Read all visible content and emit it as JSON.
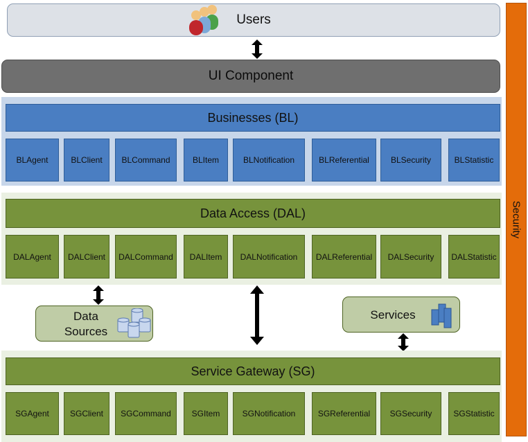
{
  "users": {
    "label": "Users",
    "icon": "users-group-icon"
  },
  "ui": {
    "label": "UI Component"
  },
  "business": {
    "title": "Businesses (BL)",
    "modules": [
      "BLAgent",
      "BLClient",
      "BLCommand",
      "BLItem",
      "BLNotification",
      "BLReferential",
      "BLSecurity",
      "BLStatistic"
    ]
  },
  "dal": {
    "title": "Data Access (DAL)",
    "modules": [
      "DALAgent",
      "DALClient",
      "DALCommand",
      "DALItem",
      "DALNotification",
      "DALReferential",
      "DALSecurity",
      "DALStatistic"
    ]
  },
  "data_sources": {
    "line1": "Data",
    "line2": "Sources",
    "icon": "database-cylinders-icon"
  },
  "services": {
    "label": "Services",
    "icon": "server-rack-icon"
  },
  "gateway": {
    "title": "Service Gateway (SG)",
    "modules": [
      "SGAgent",
      "SGClient",
      "SGCommand",
      "SGItem",
      "SGNotification",
      "SGReferential",
      "SGSecurity",
      "SGStatistic"
    ]
  },
  "security": {
    "label": "Security"
  },
  "colors": {
    "blue": "#4a7ec2",
    "green": "#77933c",
    "orange": "#e46c0a",
    "gray": "#6f6f6f"
  }
}
